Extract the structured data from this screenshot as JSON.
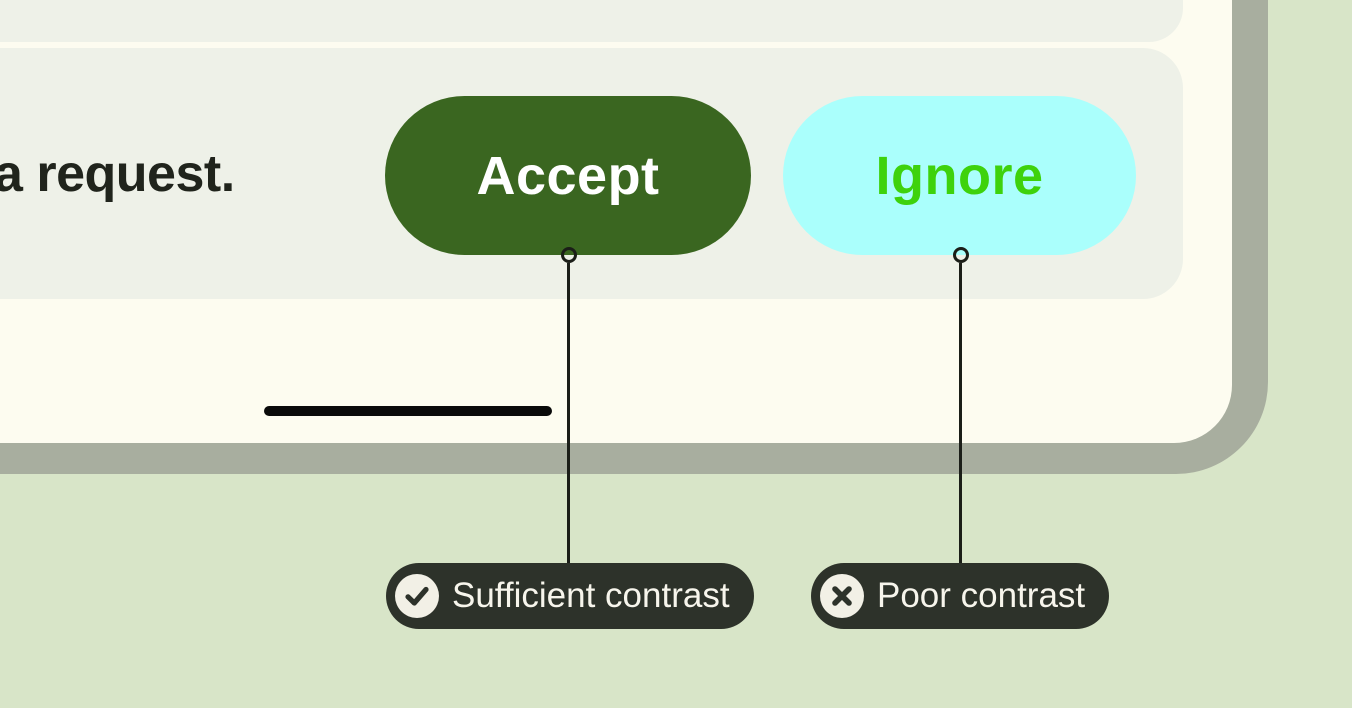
{
  "colors": {
    "page_background": "#D8E5C8",
    "device_frame": "#A8AE9F",
    "device_screen": "#FDFCF0",
    "panel": "#EEF1E8",
    "accept_background": "#3A6620",
    "accept_text": "#FFFFFF",
    "ignore_background": "#AAFFFC",
    "ignore_text": "#3ED20C",
    "callout_pill": "#2D322A",
    "callout_text": "#F7F5EC",
    "icon_circle": "#F2F0E6"
  },
  "device": {
    "message_text": "a request.",
    "buttons": [
      {
        "label": "Accept",
        "background": "#3A6620",
        "text_color": "#FFFFFF"
      },
      {
        "label": "Ignore",
        "background": "#AAFFFC",
        "text_color": "#3ED20C"
      }
    ]
  },
  "callouts": [
    {
      "label": "Sufficient contrast",
      "icon": "check-circle-icon"
    },
    {
      "label": "Poor contrast",
      "icon": "x-circle-icon"
    }
  ]
}
